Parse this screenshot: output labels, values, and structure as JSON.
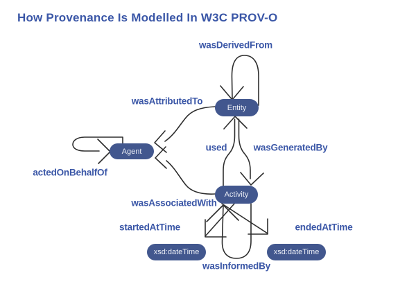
{
  "title": "How Provenance Is Modelled In W3C PROV-O",
  "colors": {
    "node_fill": "#42578e",
    "node_text": "#eaedf5",
    "edge_label": "#3b57a7",
    "line": "#2e2e2e",
    "background": "#ffffff"
  },
  "diagram": {
    "type": "ontology-graph",
    "nodes": [
      {
        "id": "entity",
        "label": "Entity"
      },
      {
        "id": "agent",
        "label": "Agent"
      },
      {
        "id": "activity",
        "label": "Activity"
      },
      {
        "id": "datetime_start",
        "label": "xsd:dateTime"
      },
      {
        "id": "datetime_end",
        "label": "xsd:dateTime"
      }
    ],
    "edges": [
      {
        "label": "wasDerivedFrom",
        "from": "Entity",
        "to": "Entity"
      },
      {
        "label": "wasAttributedTo",
        "from": "Entity",
        "to": "Agent"
      },
      {
        "label": "actedOnBehalfOf",
        "from": "Agent",
        "to": "Agent"
      },
      {
        "label": "used",
        "from": "Activity",
        "to": "Entity"
      },
      {
        "label": "wasGeneratedBy",
        "from": "Entity",
        "to": "Activity"
      },
      {
        "label": "wasAssociatedWith",
        "from": "Activity",
        "to": "Agent"
      },
      {
        "label": "startedAtTime",
        "from": "Activity",
        "to": "xsd:dateTime"
      },
      {
        "label": "endedAtTime",
        "from": "Activity",
        "to": "xsd:dateTime"
      },
      {
        "label": "wasInformedBy",
        "from": "Activity",
        "to": "Activity"
      }
    ]
  }
}
